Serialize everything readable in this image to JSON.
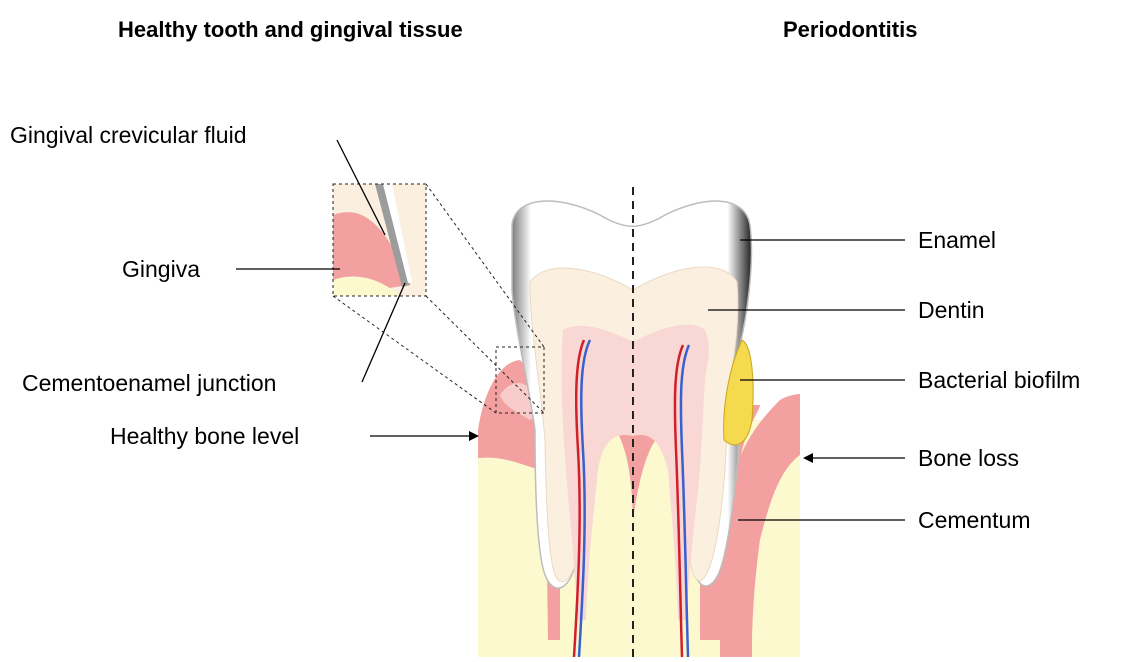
{
  "headings": {
    "left": "Healthy tooth and gingival tissue",
    "right": "Periodontitis"
  },
  "labels": {
    "gingival_crevicular_fluid": "Gingival crevicular fluid",
    "gingiva": "Gingiva",
    "cementoenamel_junction": "Cementoenamel junction",
    "healthy_bone_level": "Healthy bone level",
    "enamel": "Enamel",
    "dentin": "Dentin",
    "bacterial_biofilm": "Bacterial biofilm",
    "bone_loss": "Bone loss",
    "cementum": "Cementum"
  },
  "colors": {
    "bone": "#fdf9cf",
    "gingiva": "#f2a0a0",
    "gingiva_light": "#f9cccc",
    "enamel": "#ffffff",
    "dentin": "#fbf0e0",
    "pulp": "#f8d7d4",
    "biofilm": "#f5d94e",
    "artery": "#d0202a",
    "vein": "#3a5fcf"
  }
}
